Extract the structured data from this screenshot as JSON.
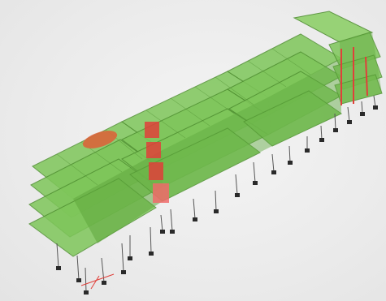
{
  "viewport": {
    "background": "#ebebeb",
    "model": {
      "kind": "3d-structural-frame-model",
      "view": "isometric",
      "colors": {
        "slab": "#7ec65a",
        "slab_dark": "#5ea83c",
        "edge": "#4f8f31",
        "highlight_red": "#e0403a",
        "highlight_orange": "#d9653a",
        "highlight_magenta": "#b03aa8",
        "column": "#555555",
        "support": "#2a2a2a"
      },
      "highlights": [
        {
          "name": "orange-oval-element",
          "color": "#d9653a"
        },
        {
          "name": "red-column-stack",
          "color": "#e0403a"
        },
        {
          "name": "magenta-core-block",
          "color": "#b03aa8"
        },
        {
          "name": "red-right-columns",
          "color": "#e0403a"
        }
      ]
    }
  }
}
